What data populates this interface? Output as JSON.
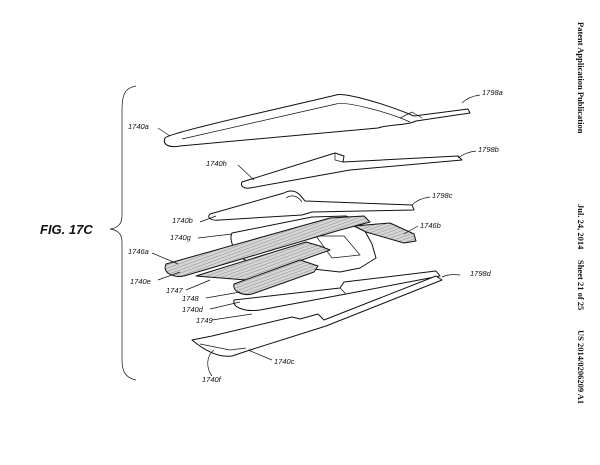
{
  "header": {
    "publication": "Patent Application Publication",
    "date": "Jul. 24, 2014",
    "sheet": "Sheet 21 of 25",
    "number": "US 2014/0206209 A1"
  },
  "figure": {
    "label": "FIG. 17C"
  },
  "refs": {
    "r1798a": "1798a",
    "r1740a": "1740a",
    "r1740h": "1740h",
    "r1798b": "1798b",
    "r1798c": "1798c",
    "r1740b": "1740b",
    "r1746b": "1746b",
    "r1740g": "1740g",
    "r1746a": "1746a",
    "r1740e": "1740e",
    "r1747": "1747",
    "r1748": "1748",
    "r1740d": "1740d",
    "r1798d": "1798d",
    "r1749": "1749",
    "r1740f": "1740f",
    "r1740c": "1740c"
  }
}
